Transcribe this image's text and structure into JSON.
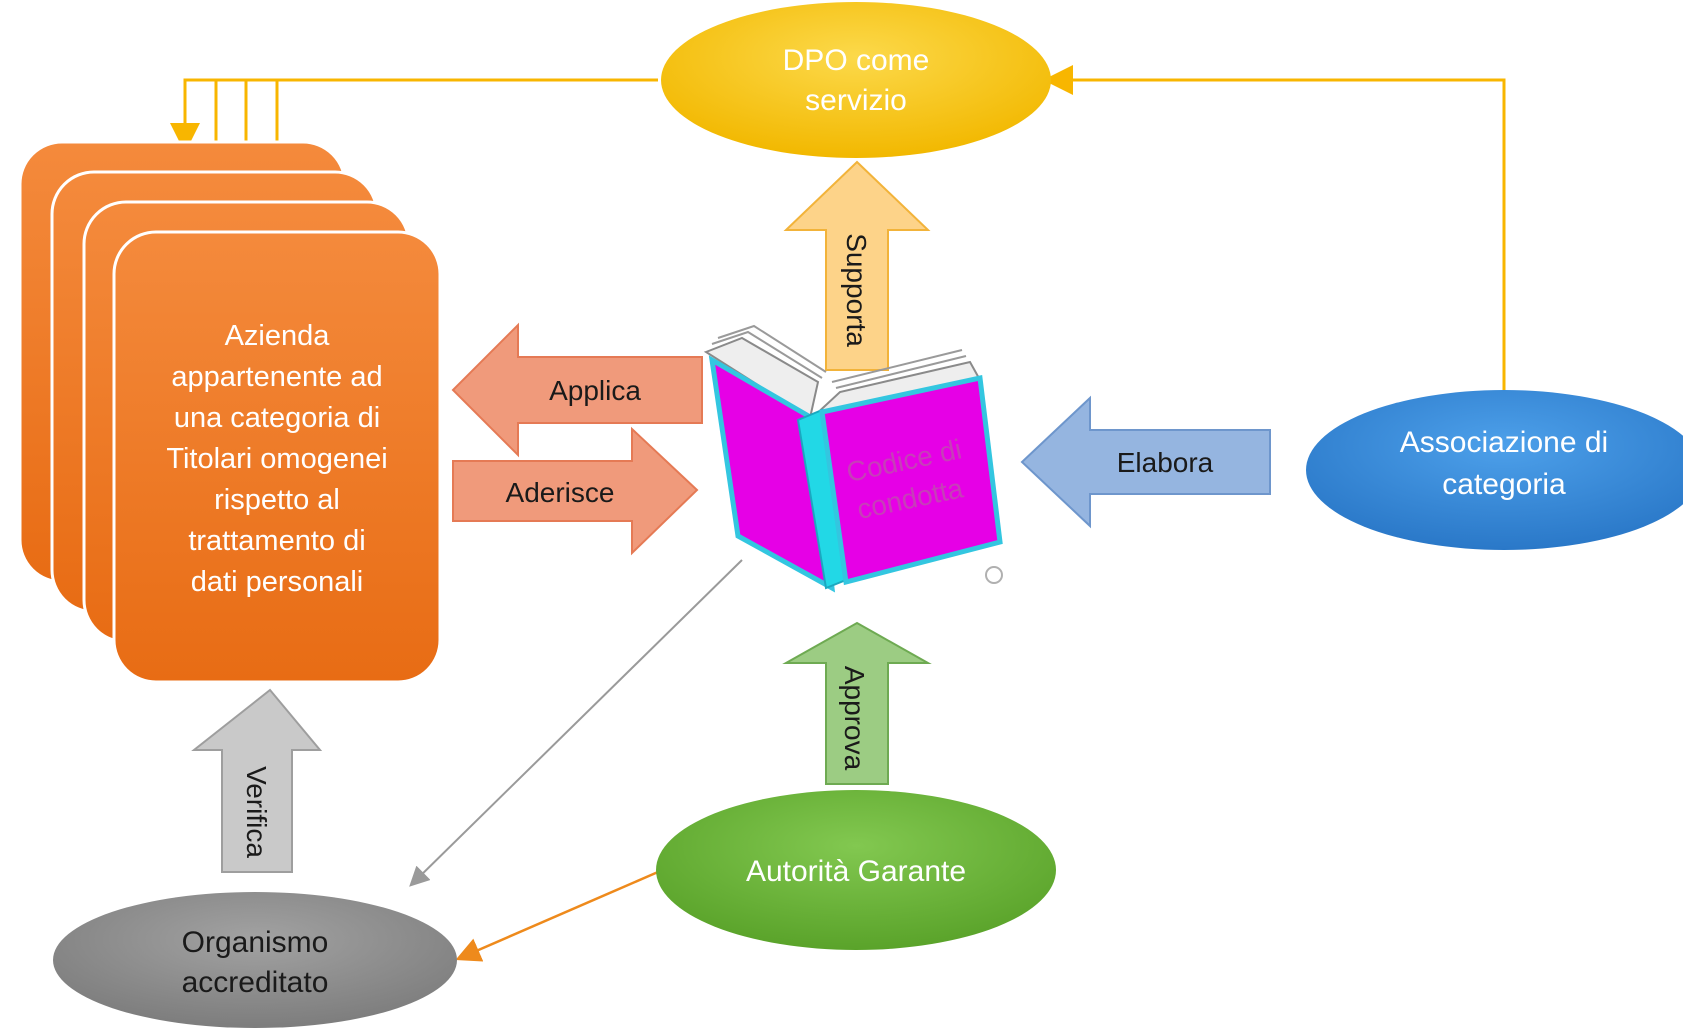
{
  "nodes": {
    "dpo": {
      "line1": "DPO come",
      "line2": "servizio"
    },
    "azienda": {
      "lines": [
        "Azienda",
        "appartenente ad",
        "una categoria di",
        "Titolari omogenei",
        "rispetto al",
        "trattamento di",
        "dati personali"
      ]
    },
    "codice": {
      "line1": "Codice di",
      "line2": "condotta"
    },
    "associazione": {
      "line1": "Associazione di",
      "line2": "categoria"
    },
    "autorita": {
      "label": "Autorità Garante"
    },
    "organismo": {
      "line1": "Organismo",
      "line2": "accreditato"
    }
  },
  "arrows": {
    "supporta": "Supporta",
    "applica": "Applica",
    "aderisce": "Aderisce",
    "elabora": "Elabora",
    "approva": "Approva",
    "verifica": "Verifica"
  },
  "colors": {
    "dpo": "#f5c400",
    "connector_yellow": "#f8b600",
    "azienda": "#ef7622",
    "associazione": "#2f86d8",
    "autorita": "#69b534",
    "organismo": "#8c8c8c",
    "book_cover": "#e600e6",
    "book_spine": "#22d8e6",
    "arrow_salmon": "#f09a7b",
    "arrow_yellow": "#fdd389",
    "arrow_blue": "#95b5e0",
    "arrow_green": "#9ccc83",
    "arrow_gray": "#c9c9c9",
    "line_orange": "#ee8a1c"
  }
}
